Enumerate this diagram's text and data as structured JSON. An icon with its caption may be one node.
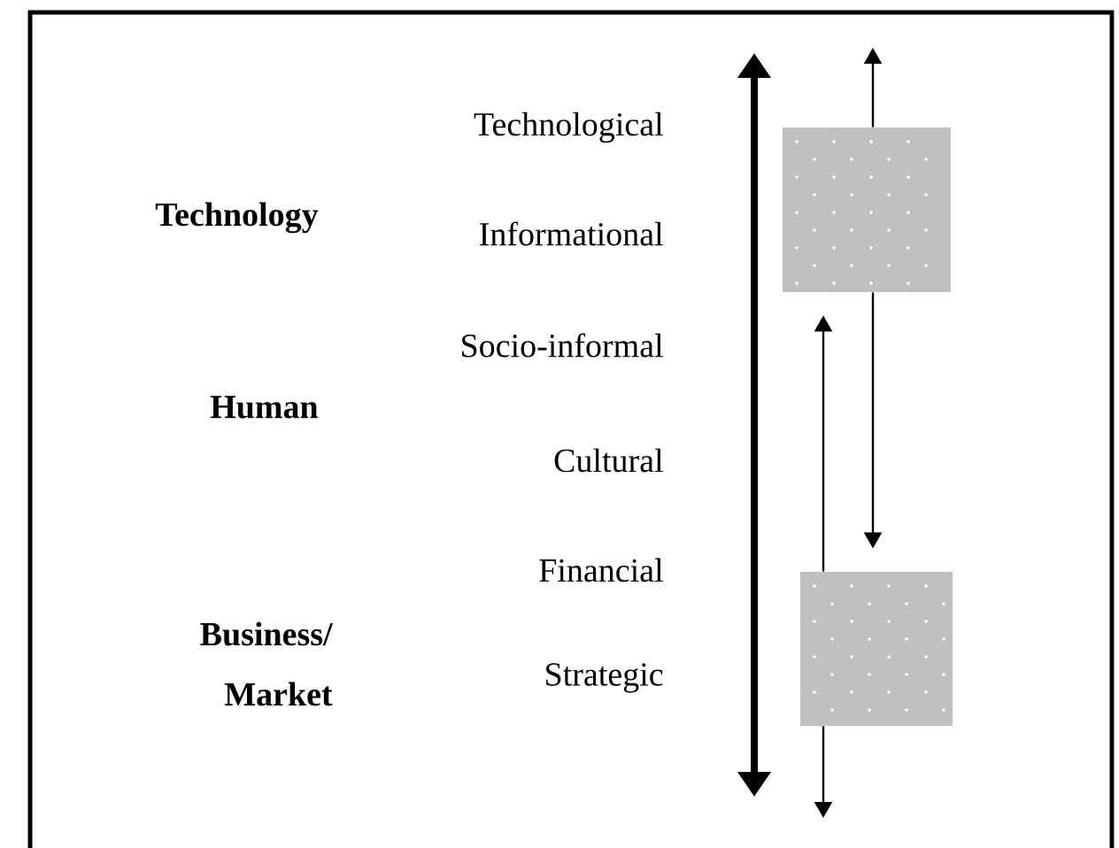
{
  "diagram": {
    "nodes": [
      {
        "text": [],
        "shape": "box"
      },
      {
        "text": [],
        "shape": "box"
      }
    ],
    "edges": [
      {
        "from": 0,
        "to": null,
        "arrow": "to"
      },
      {
        "from": 0,
        "to": 1,
        "arrow": "to"
      },
      {
        "from": 1,
        "to": 0,
        "arrow": "to"
      },
      {
        "from": 1,
        "to": null,
        "arrow": "to"
      }
    ],
    "labels": [
      "Technological",
      "Technology",
      "Informational",
      "Socio-informal",
      "Human",
      "Cultural",
      "Financial",
      "Business/ Market",
      "Strategic"
    ]
  }
}
